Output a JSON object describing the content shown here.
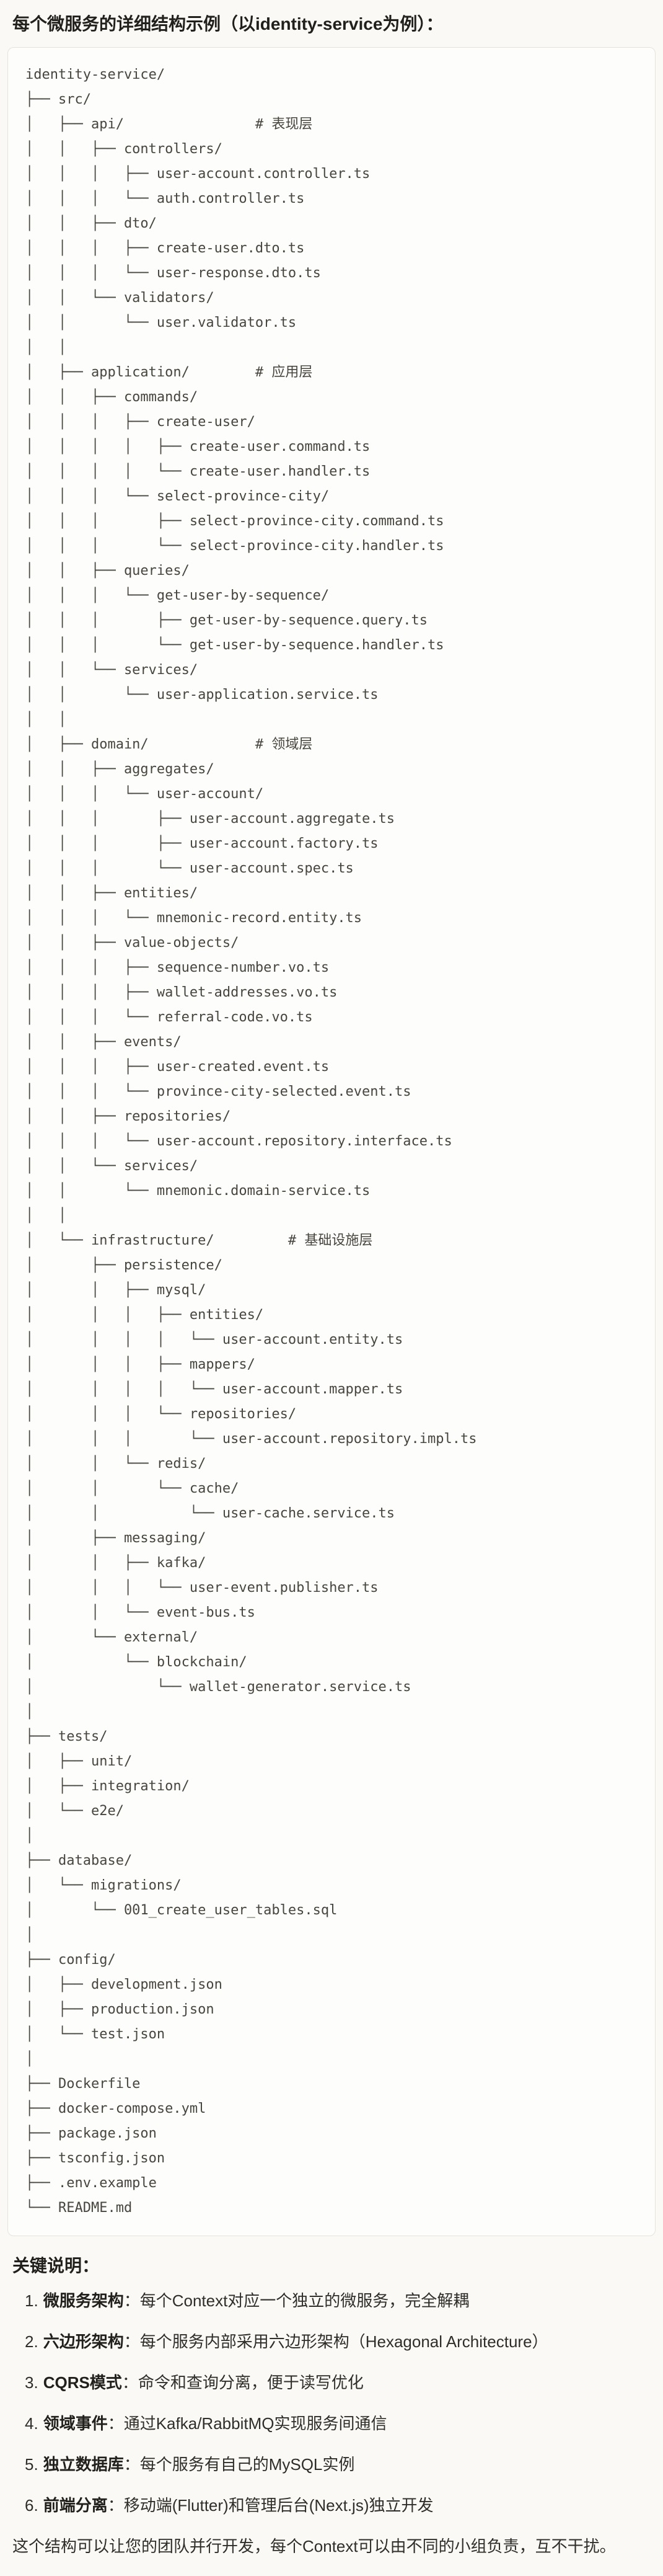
{
  "page": {
    "title": "每个微服务的详细结构示例（以identity-service为例）："
  },
  "colors": {
    "page_bg": "#faf9f5",
    "code_bg": "#fdfdfb",
    "code_border": "#e6e3da",
    "code_text": "#47453e",
    "heading_text": "#21201c",
    "body_text": "#2f2e29"
  },
  "code_block": {
    "lines": [
      "identity-service/",
      "├── src/",
      "│   ├── api/                # 表现层",
      "│   │   ├── controllers/",
      "│   │   │   ├── user-account.controller.ts",
      "│   │   │   └── auth.controller.ts",
      "│   │   ├── dto/",
      "│   │   │   ├── create-user.dto.ts",
      "│   │   │   └── user-response.dto.ts",
      "│   │   └── validators/",
      "│   │       └── user.validator.ts",
      "│   │",
      "│   ├── application/        # 应用层",
      "│   │   ├── commands/",
      "│   │   │   ├── create-user/",
      "│   │   │   │   ├── create-user.command.ts",
      "│   │   │   │   └── create-user.handler.ts",
      "│   │   │   └── select-province-city/",
      "│   │   │       ├── select-province-city.command.ts",
      "│   │   │       └── select-province-city.handler.ts",
      "│   │   ├── queries/",
      "│   │   │   └── get-user-by-sequence/",
      "│   │   │       ├── get-user-by-sequence.query.ts",
      "│   │   │       └── get-user-by-sequence.handler.ts",
      "│   │   └── services/",
      "│   │       └── user-application.service.ts",
      "│   │",
      "│   ├── domain/             # 领域层",
      "│   │   ├── aggregates/",
      "│   │   │   └── user-account/",
      "│   │   │       ├── user-account.aggregate.ts",
      "│   │   │       ├── user-account.factory.ts",
      "│   │   │       └── user-account.spec.ts",
      "│   │   ├── entities/",
      "│   │   │   └── mnemonic-record.entity.ts",
      "│   │   ├── value-objects/",
      "│   │   │   ├── sequence-number.vo.ts",
      "│   │   │   ├── wallet-addresses.vo.ts",
      "│   │   │   └── referral-code.vo.ts",
      "│   │   ├── events/",
      "│   │   │   ├── user-created.event.ts",
      "│   │   │   └── province-city-selected.event.ts",
      "│   │   ├── repositories/",
      "│   │   │   └── user-account.repository.interface.ts",
      "│   │   └── services/",
      "│   │       └── mnemonic.domain-service.ts",
      "│   │",
      "│   └── infrastructure/         # 基础设施层",
      "│       ├── persistence/",
      "│       │   ├── mysql/",
      "│       │   │   ├── entities/",
      "│       │   │   │   └── user-account.entity.ts",
      "│       │   │   ├── mappers/",
      "│       │   │   │   └── user-account.mapper.ts",
      "│       │   │   └── repositories/",
      "│       │   │       └── user-account.repository.impl.ts",
      "│       │   └── redis/",
      "│       │       └── cache/",
      "│       │           └── user-cache.service.ts",
      "│       ├── messaging/",
      "│       │   ├── kafka/",
      "│       │   │   └── user-event.publisher.ts",
      "│       │   └── event-bus.ts",
      "│       └── external/",
      "│           └── blockchain/",
      "│               └── wallet-generator.service.ts",
      "│",
      "├── tests/",
      "│   ├── unit/",
      "│   ├── integration/",
      "│   └── e2e/",
      "│",
      "├── database/",
      "│   └── migrations/",
      "│       └── 001_create_user_tables.sql",
      "│",
      "├── config/",
      "│   ├── development.json",
      "│   ├── production.json",
      "│   └── test.json",
      "│",
      "├── Dockerfile",
      "├── docker-compose.yml",
      "├── package.json",
      "├── tsconfig.json",
      "├── .env.example",
      "└── README.md"
    ]
  },
  "notes": {
    "heading": "关键说明：",
    "items": [
      {
        "num": "1.",
        "term": "微服务架构",
        "desc": "：每个Context对应一个独立的微服务，完全解耦"
      },
      {
        "num": "2.",
        "term": "六边形架构",
        "desc": "：每个服务内部采用六边形架构（Hexagonal Architecture）"
      },
      {
        "num": "3.",
        "term": "CQRS模式",
        "desc": "：命令和查询分离，便于读写优化"
      },
      {
        "num": "4.",
        "term": "领域事件",
        "desc": "：通过Kafka/RabbitMQ实现服务间通信"
      },
      {
        "num": "5.",
        "term": "独立数据库",
        "desc": "：每个服务有自己的MySQL实例"
      },
      {
        "num": "6.",
        "term": "前端分离",
        "desc": "：移动端(Flutter)和管理后台(Next.js)独立开发"
      }
    ],
    "footer": "这个结构可以让您的团队并行开发，每个Context可以由不同的小组负责，互不干扰。"
  }
}
